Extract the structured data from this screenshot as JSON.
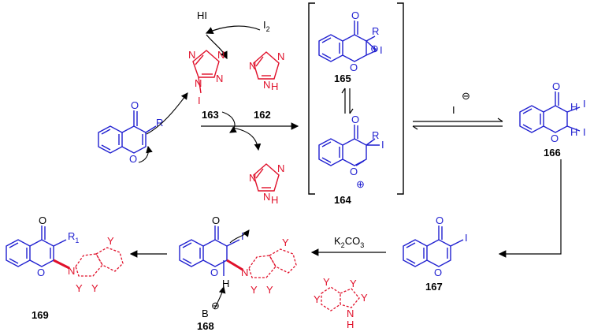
{
  "colors": {
    "core": "#1f1fd0",
    "reagent": "#e0102a",
    "ink": "#000000"
  },
  "reagents": {
    "hi": "HI",
    "i2_main": "I",
    "i2_sub": "2",
    "iodide": "I",
    "iodide_charge": "⊖",
    "k2co3_k": "K",
    "k2co3_sub": "2",
    "k2co3_rest": "CO",
    "k2co3_sub2": "3",
    "base": "B",
    "base_charge": "⊖"
  },
  "labels": {
    "c162": "162",
    "c163": "163",
    "c164": "164",
    "c165": "165",
    "c166": "166",
    "c167": "167",
    "c168": "168",
    "c169": "169"
  },
  "atoms": {
    "O": "O",
    "R": "R",
    "R1": "R",
    "R1_sub": "1",
    "I": "I",
    "N": "N",
    "H": "H",
    "Y": "Y",
    "plus": "⊕"
  }
}
